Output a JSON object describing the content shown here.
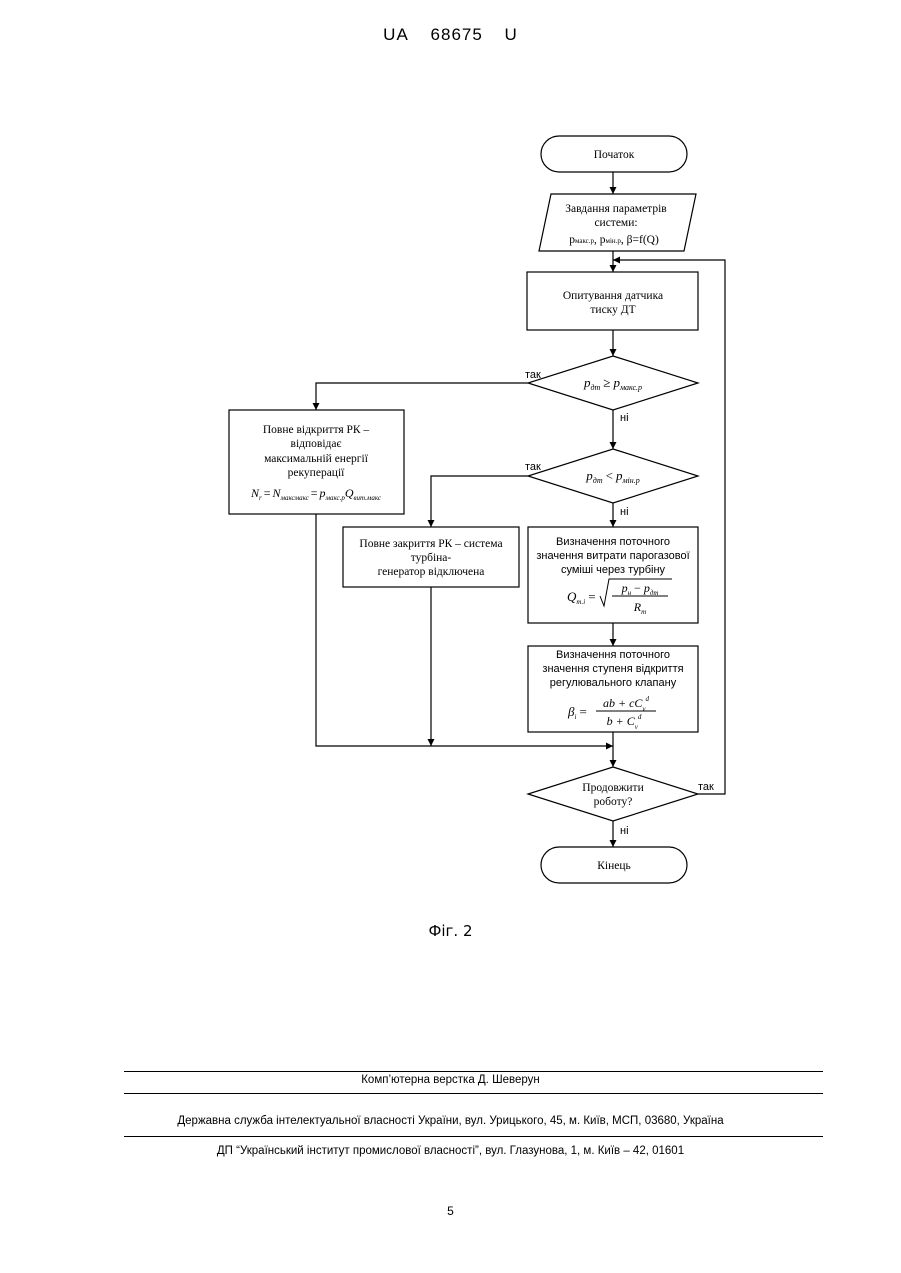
{
  "header": {
    "doc_code": "UA",
    "doc_number": "68675",
    "doc_kind": "U"
  },
  "flowchart": {
    "start": "Початок",
    "params": {
      "line1": "Завдання параметрів",
      "line2": "системи:",
      "p1": "p",
      "p1_sub": "макс.р",
      "p2": "p",
      "p2_sub": "мін.р",
      "beta_fn": "β=f(Q)"
    },
    "poll": {
      "line1": "Опитування датчика",
      "line2": "тиску ДТ"
    },
    "decision1": {
      "lhs": "p",
      "lhs_sub": "дт",
      "op": "≥",
      "rhs": "p",
      "rhs_sub": "макс.р",
      "yes": "так",
      "no": "ні"
    },
    "open_full": {
      "line1": "Повне відкриття РК –",
      "line2": "відповідає",
      "line3": "максимальній енергії",
      "line4": "рекуперації",
      "f_N": "N",
      "f_N_sub": "r",
      "f_eq1": "=",
      "f_N2": "N",
      "f_N2_sub": "максмакс",
      "f_eq2": "=",
      "f_p": "p",
      "f_p_sub": "макс.р",
      "f_Q": "Q",
      "f_Q_sub": "вит.макс"
    },
    "decision2": {
      "lhs": "p",
      "lhs_sub": "дт",
      "op": "<",
      "rhs": "p",
      "rhs_sub": "мін.р",
      "yes": "так",
      "no": "ні"
    },
    "close_full": {
      "line1": "Повне закриття РК – система",
      "line2": "турбіна-",
      "line3": "генератор відключена"
    },
    "flow_calc": {
      "line1": "Визначення поточного",
      "line2": "значення витрати парогазової",
      "line3": "суміші через турбіну",
      "Q": "Q",
      "Q_sub": "т.і",
      "eq": "=",
      "num_a": "p",
      "num_a_sub": "н",
      "minus": "−",
      "num_b": "p",
      "num_b_sub": "дт",
      "den": "R",
      "den_sub": "т"
    },
    "valve_calc": {
      "line1": "Визначення поточного",
      "line2": "значення ступеня відкриття",
      "line3": "регулювального клапану",
      "beta": "β",
      "beta_sub": "і",
      "eq": "=",
      "num": "ab + cC",
      "num_sub": "v",
      "num_sup": "d",
      "den": "b + C",
      "den_sub": "v",
      "den_sup": "d"
    },
    "decision3": {
      "line1": "Продовжити",
      "line2": "роботу?",
      "yes": "так",
      "no": "ні"
    },
    "end": "Кінець"
  },
  "caption": "Фіг. 2",
  "footer": {
    "typesetting": "Комп’ютерна верстка Д. Шеверун",
    "agency": "Державна служба інтелектуальної власності України, вул. Урицького, 45, м. Київ, МСП, 03680, Україна",
    "institute": "ДП “Український інститут промислової власності”, вул. Глазунова, 1, м. Київ – 42, 01601"
  },
  "page_number": "5"
}
